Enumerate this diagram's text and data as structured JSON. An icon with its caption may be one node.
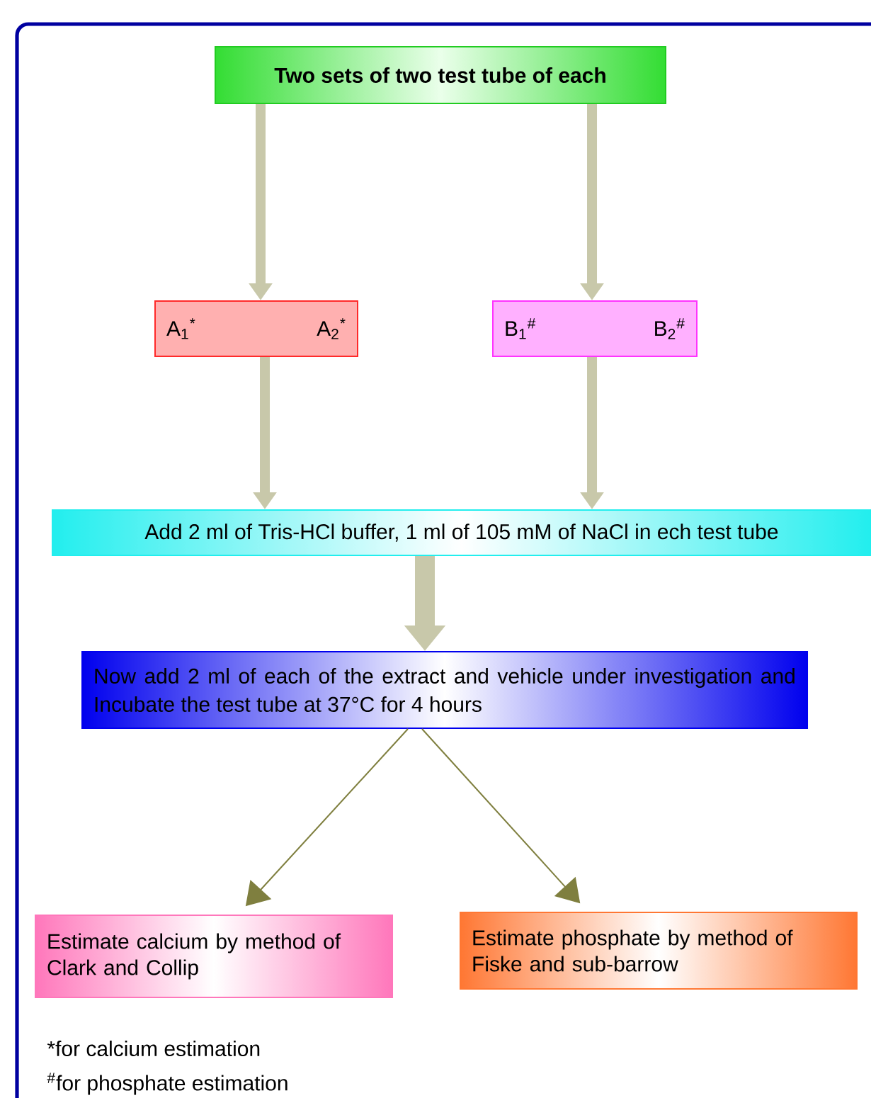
{
  "diagram": {
    "nodes": [
      {
        "text": [
          "Two sets of two test tube of each"
        ]
      },
      {
        "text": [
          "A$_{1}$$^{*}$",
          "A$_{2}$$^{*}$"
        ]
      },
      {
        "text": [
          "B$_{1}$$^{#}$",
          "B$_{2}$$^{#}$"
        ]
      },
      {
        "text": [
          "Add 2 ml of Tris-HCl buffer, 1 ml of 105 mM of NaCl in ech test tube"
        ]
      },
      {
        "text": [
          "Now add 2 ml of each of the extract and vehicle under investigation and Incubate the test tube at 37°C for 4 hours"
        ]
      },
      {
        "text": [
          "Estimate calcium by method of Clark and Collip"
        ]
      },
      {
        "text": [
          "Estimate phosphate by method of Fiske and sub-barrow"
        ]
      }
    ],
    "edges": [
      {
        "from": 0,
        "to": 1,
        "arrow": "to"
      },
      {
        "from": 0,
        "to": 2,
        "arrow": "to"
      },
      {
        "from": 1,
        "to": 3,
        "arrow": "to"
      },
      {
        "from": 2,
        "to": 3,
        "arrow": "to"
      },
      {
        "from": 3,
        "to": 4,
        "arrow": "to",
        "style": "thick"
      },
      {
        "from": 4,
        "to": 5,
        "arrow": "to",
        "color": "#7f7f3f"
      },
      {
        "from": 4,
        "to": 6,
        "arrow": "to",
        "color": "#7f7f3f"
      }
    ],
    "labels": [
      "*for calcium estimation",
      "$^{#}$for phosphate estimation"
    ]
  }
}
